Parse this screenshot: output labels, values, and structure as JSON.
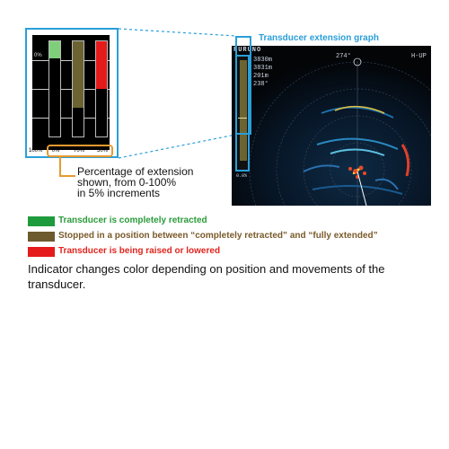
{
  "callout": {
    "title": "Transducer extension graph"
  },
  "zoom": {
    "scale_top": "0%",
    "scale_bottom": "100%",
    "bars": [
      {
        "label": "0%",
        "color": "#7fcf7a",
        "fill_fraction": 0.18
      },
      {
        "label": "70%",
        "color": "#6b6432",
        "fill_fraction": 0.7
      },
      {
        "label": "50%",
        "color": "#e51a1a",
        "fill_fraction": 0.5
      }
    ]
  },
  "note": {
    "line1": "Percentage of extension",
    "line2": "shown, from 0-100%",
    "line3": "in 5% increments"
  },
  "screen": {
    "brand": "FURUNO",
    "readout": [
      "3830m",
      "3831m",
      "201m",
      "238°"
    ],
    "bearing": "274°",
    "corner": "H-UP",
    "graph_label": "0.0%"
  },
  "legend": [
    {
      "text": "Transducer is completely retracted",
      "color": "#1e9b3c",
      "text_color": "#2a9b3a"
    },
    {
      "text": "Stopped in a position between “completely retracted” and “fully extended”",
      "color": "#6d5a2e",
      "text_color": "#7a5a2a"
    },
    {
      "text": "Transducer is being raised or lowered",
      "color": "#e51a1a",
      "text_color": "#e0251e"
    }
  ],
  "caption": "Indicator changes color depending on position and movements of the transducer."
}
